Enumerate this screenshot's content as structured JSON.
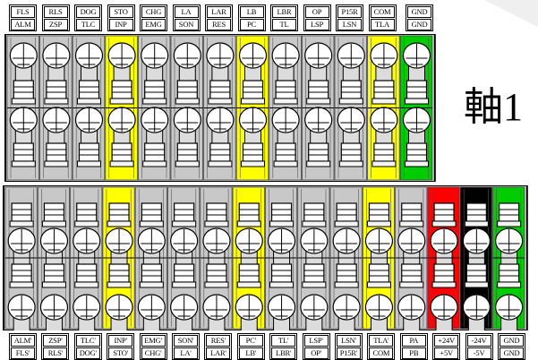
{
  "axis_title": "軸1",
  "colors": {
    "gray": "#c8c8c8",
    "yellow": "#ffff00",
    "green": "#00cc00",
    "red": "#ff0000",
    "black": "#000000"
  },
  "top_labels": [
    {
      "upper": "FLS",
      "lower": "ALM"
    },
    {
      "upper": "RLS",
      "lower": "ZSP"
    },
    {
      "upper": "DOG",
      "lower": "TLC"
    },
    {
      "upper": "STO",
      "lower": "INP"
    },
    {
      "upper": "CHG",
      "lower": "EMG"
    },
    {
      "upper": "LA",
      "lower": "SON"
    },
    {
      "upper": "LAR",
      "lower": "RES"
    },
    {
      "upper": "LB",
      "lower": "PC"
    },
    {
      "upper": "LBR",
      "lower": "TL"
    },
    {
      "upper": "OP",
      "lower": "LSP"
    },
    {
      "upper": "P15R",
      "lower": "LSN"
    },
    {
      "upper": "COM",
      "lower": "TLA"
    },
    {
      "upper": "GND",
      "lower": "GND"
    }
  ],
  "bottom_labels": [
    {
      "upper": "ALM'",
      "lower": "FLS'"
    },
    {
      "upper": "ZSP'",
      "lower": "RLS'"
    },
    {
      "upper": "TLC'",
      "lower": "DOG'"
    },
    {
      "upper": "INP'",
      "lower": "STO'"
    },
    {
      "upper": "EMG'",
      "lower": "CHG'"
    },
    {
      "upper": "SON'",
      "lower": "LA'"
    },
    {
      "upper": "RES'",
      "lower": "LAR'"
    },
    {
      "upper": "PC'",
      "lower": "LB'"
    },
    {
      "upper": "TL'",
      "lower": "LBR'"
    },
    {
      "upper": "LSP'",
      "lower": "OP'"
    },
    {
      "upper": "LSN'",
      "lower": "P15R'"
    },
    {
      "upper": "TLA'",
      "lower": "COM"
    },
    {
      "upper": "PA",
      "lower": "PB"
    },
    {
      "upper": "+24V",
      "lower": "+5V"
    },
    {
      "upper": "-24V",
      "lower": "-5V"
    },
    {
      "upper": "GND",
      "lower": "GND"
    }
  ],
  "top_columns": [
    "gray",
    "gray",
    "gray",
    "yellow",
    "gray",
    "gray",
    "gray",
    "yellow",
    "gray",
    "gray",
    "gray",
    "yellow",
    "green"
  ],
  "bottom_columns": [
    "gray",
    "gray",
    "gray",
    "yellow",
    "gray",
    "gray",
    "gray",
    "yellow",
    "gray",
    "gray",
    "gray",
    "yellow",
    "gray",
    "red",
    "black",
    "green"
  ]
}
